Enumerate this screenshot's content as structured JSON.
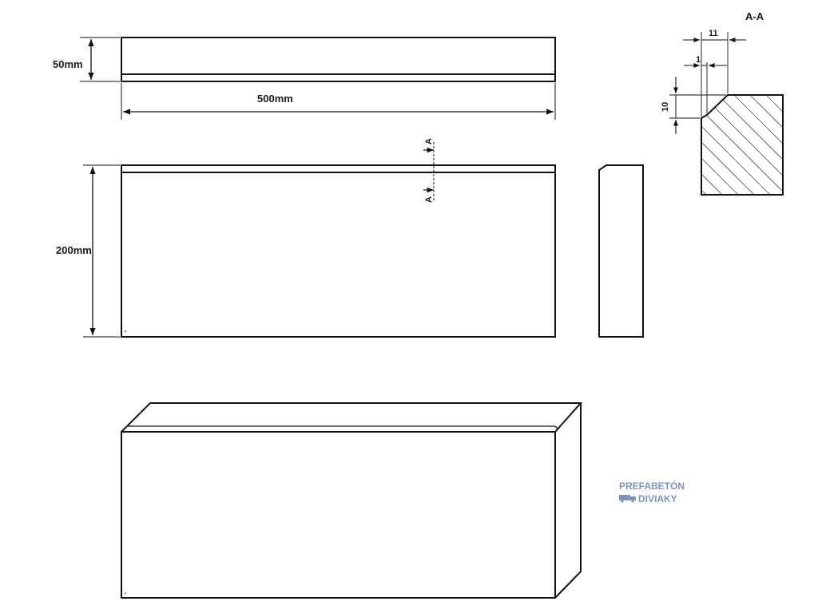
{
  "views": {
    "top": {
      "height_label": "50mm",
      "width_label": "500mm"
    },
    "front": {
      "height_label": "200mm",
      "section_mark_top": "A",
      "section_mark_bottom": "A"
    },
    "section": {
      "title": "A-A",
      "dim_width": "11",
      "dim_offset": "1",
      "dim_height": "10"
    }
  },
  "brand": {
    "line1": "PREFABETÓN",
    "line2": "DIVIAKY",
    "color": "#7f95b8"
  },
  "colors": {
    "line": "#111111",
    "hatch": "#555555"
  }
}
